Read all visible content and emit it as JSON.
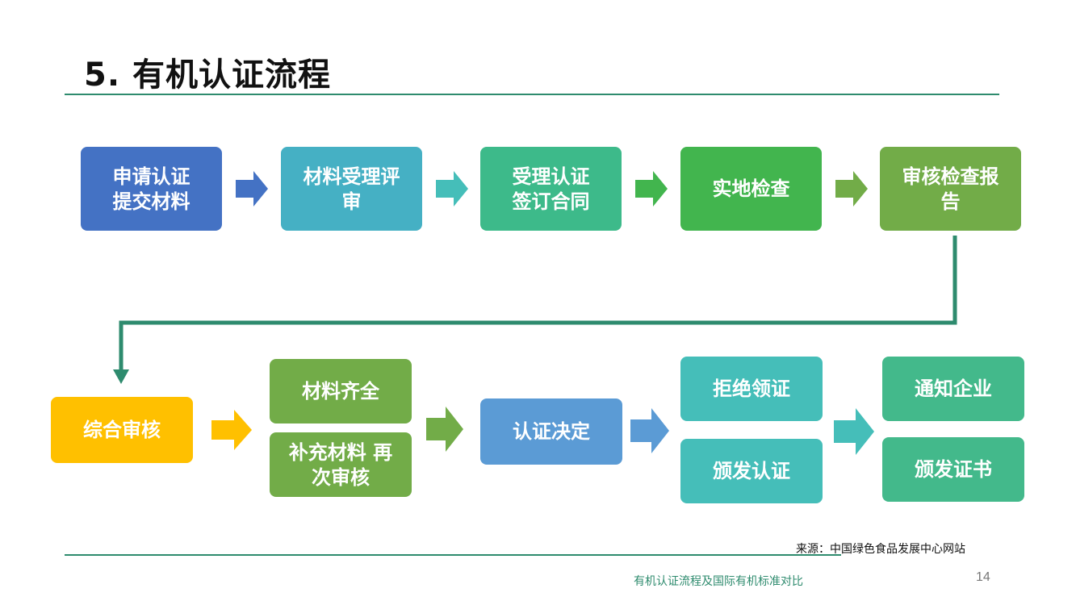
{
  "title": "5. 有机认证流程",
  "colors": {
    "rule": "#2e8b6e",
    "step1": "#4472c4",
    "step2": "#45b0c4",
    "step3": "#3dba8a",
    "step4": "#42b54e",
    "step5": "#72ac48",
    "review": "#ffc000",
    "lime": "#72ac48",
    "decision": "#5b9bd5",
    "teal": "#45beb9",
    "green": "#43b98b"
  },
  "steps_row1": [
    {
      "line1": "申请认证",
      "line2": "提交材料"
    },
    {
      "line1": "材料受理评",
      "line2": "审"
    },
    {
      "line1": "受理认证",
      "line2": "签订合同"
    },
    {
      "line1": "实地检查",
      "line2": ""
    },
    {
      "line1": "审核检查报",
      "line2": "告"
    }
  ],
  "review": "综合审核",
  "materials_ok": "材料齐全",
  "materials_more": {
    "line1": "补充材料 再",
    "line2": "次审核"
  },
  "decision": "认证决定",
  "reject": "拒绝领证",
  "issue": "颁发认证",
  "notify": "通知企业",
  "certificate": "颁发证书",
  "source": "来源：中国绿色食品发展中心网站",
  "footer": "有机认证流程及国际有机标准对比",
  "page_number": "14"
}
